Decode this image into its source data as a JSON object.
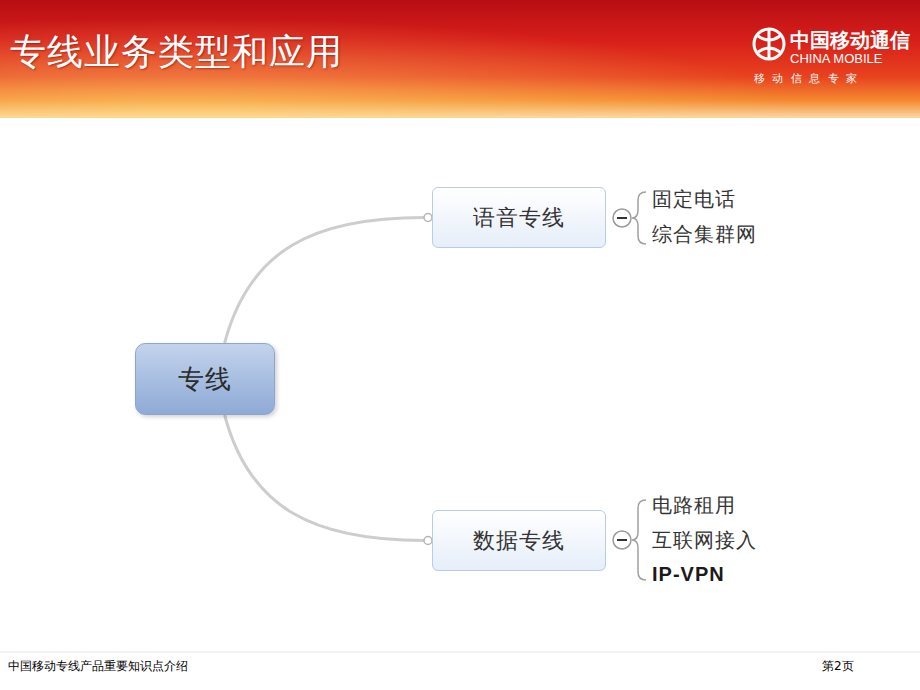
{
  "diagram": {
    "title": "专线业务类型和应用",
    "nodes": [
      {
        "text": [
          "专线"
        ]
      },
      {
        "text": [
          "语音专线"
        ]
      },
      {
        "text": [
          "数据专线"
        ]
      }
    ],
    "edges": [
      {
        "from": 0,
        "to": 1,
        "arrow": "none"
      },
      {
        "from": 0,
        "to": 2,
        "arrow": "none"
      }
    ],
    "labels": [
      "中国移动通信",
      "CHINA MOBILE",
      "移 动 信 息 专 家",
      "固定电话",
      "综合集群网",
      "电路租用",
      "互联网接入",
      "IP-VPN",
      "中国移动专线产品重要知识点介绍",
      "第2页"
    ]
  }
}
